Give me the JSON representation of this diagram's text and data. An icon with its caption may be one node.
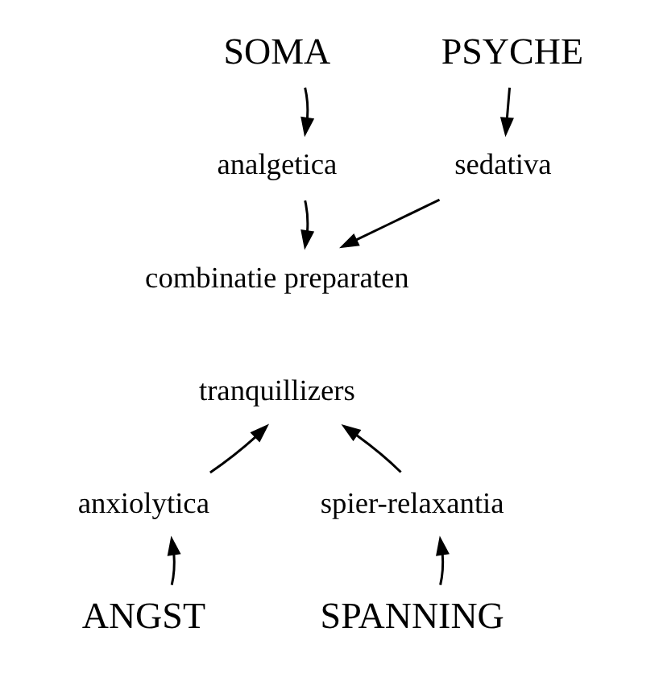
{
  "diagram": {
    "nodes": [
      {
        "text": [
          "SOMA"
        ]
      },
      {
        "text": [
          "analgetica"
        ]
      },
      {
        "text": [
          "PSYCHE"
        ]
      },
      {
        "text": [
          "sedativa"
        ]
      },
      {
        "text": [
          "combinatie preparaten"
        ]
      },
      {
        "text": [
          "tranquillizers"
        ]
      },
      {
        "text": [
          "anxiolytica"
        ]
      },
      {
        "text": [
          "ANGST"
        ]
      },
      {
        "text": [
          "spier-relaxantia"
        ]
      },
      {
        "text": [
          "SPANNING"
        ]
      }
    ],
    "edges": [
      {
        "from": 0,
        "to": 1,
        "arrow": "to"
      },
      {
        "from": 1,
        "to": 4,
        "arrow": "to"
      },
      {
        "from": 2,
        "to": 3,
        "arrow": "to"
      },
      {
        "from": 3,
        "to": 4,
        "arrow": "to"
      },
      {
        "from": 7,
        "to": 6,
        "arrow": "to"
      },
      {
        "from": 6,
        "to": 5,
        "arrow": "to"
      },
      {
        "from": 9,
        "to": 8,
        "arrow": "to"
      },
      {
        "from": 8,
        "to": 5,
        "arrow": "to"
      }
    ]
  }
}
